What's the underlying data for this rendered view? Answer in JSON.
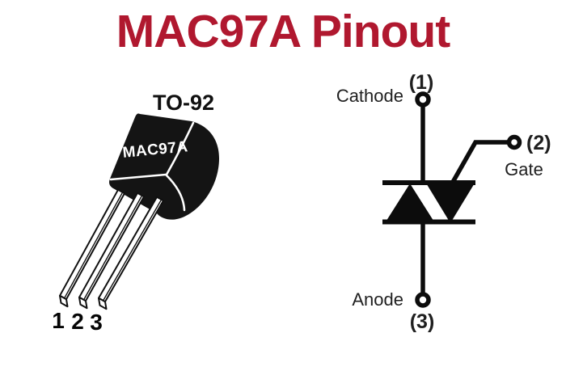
{
  "background": "#ffffff",
  "title": {
    "text": "MAC97A Pinout",
    "color": "#b0182f"
  },
  "package": {
    "type_label": "TO-92",
    "marking": "MAC97A",
    "body_color": "#141414",
    "pins": [
      {
        "number": "1"
      },
      {
        "number": "2"
      },
      {
        "number": "3"
      }
    ]
  },
  "schematic": {
    "symbol": "triac",
    "ink_color": "#0c0c0c",
    "label_color": "#1f1f1f",
    "terminals": [
      {
        "pin": "(1)",
        "label": "Cathode",
        "position": "top"
      },
      {
        "pin": "(2)",
        "label": "Gate",
        "position": "right"
      },
      {
        "pin": "(3)",
        "label": "Anode",
        "position": "bottom"
      }
    ]
  }
}
